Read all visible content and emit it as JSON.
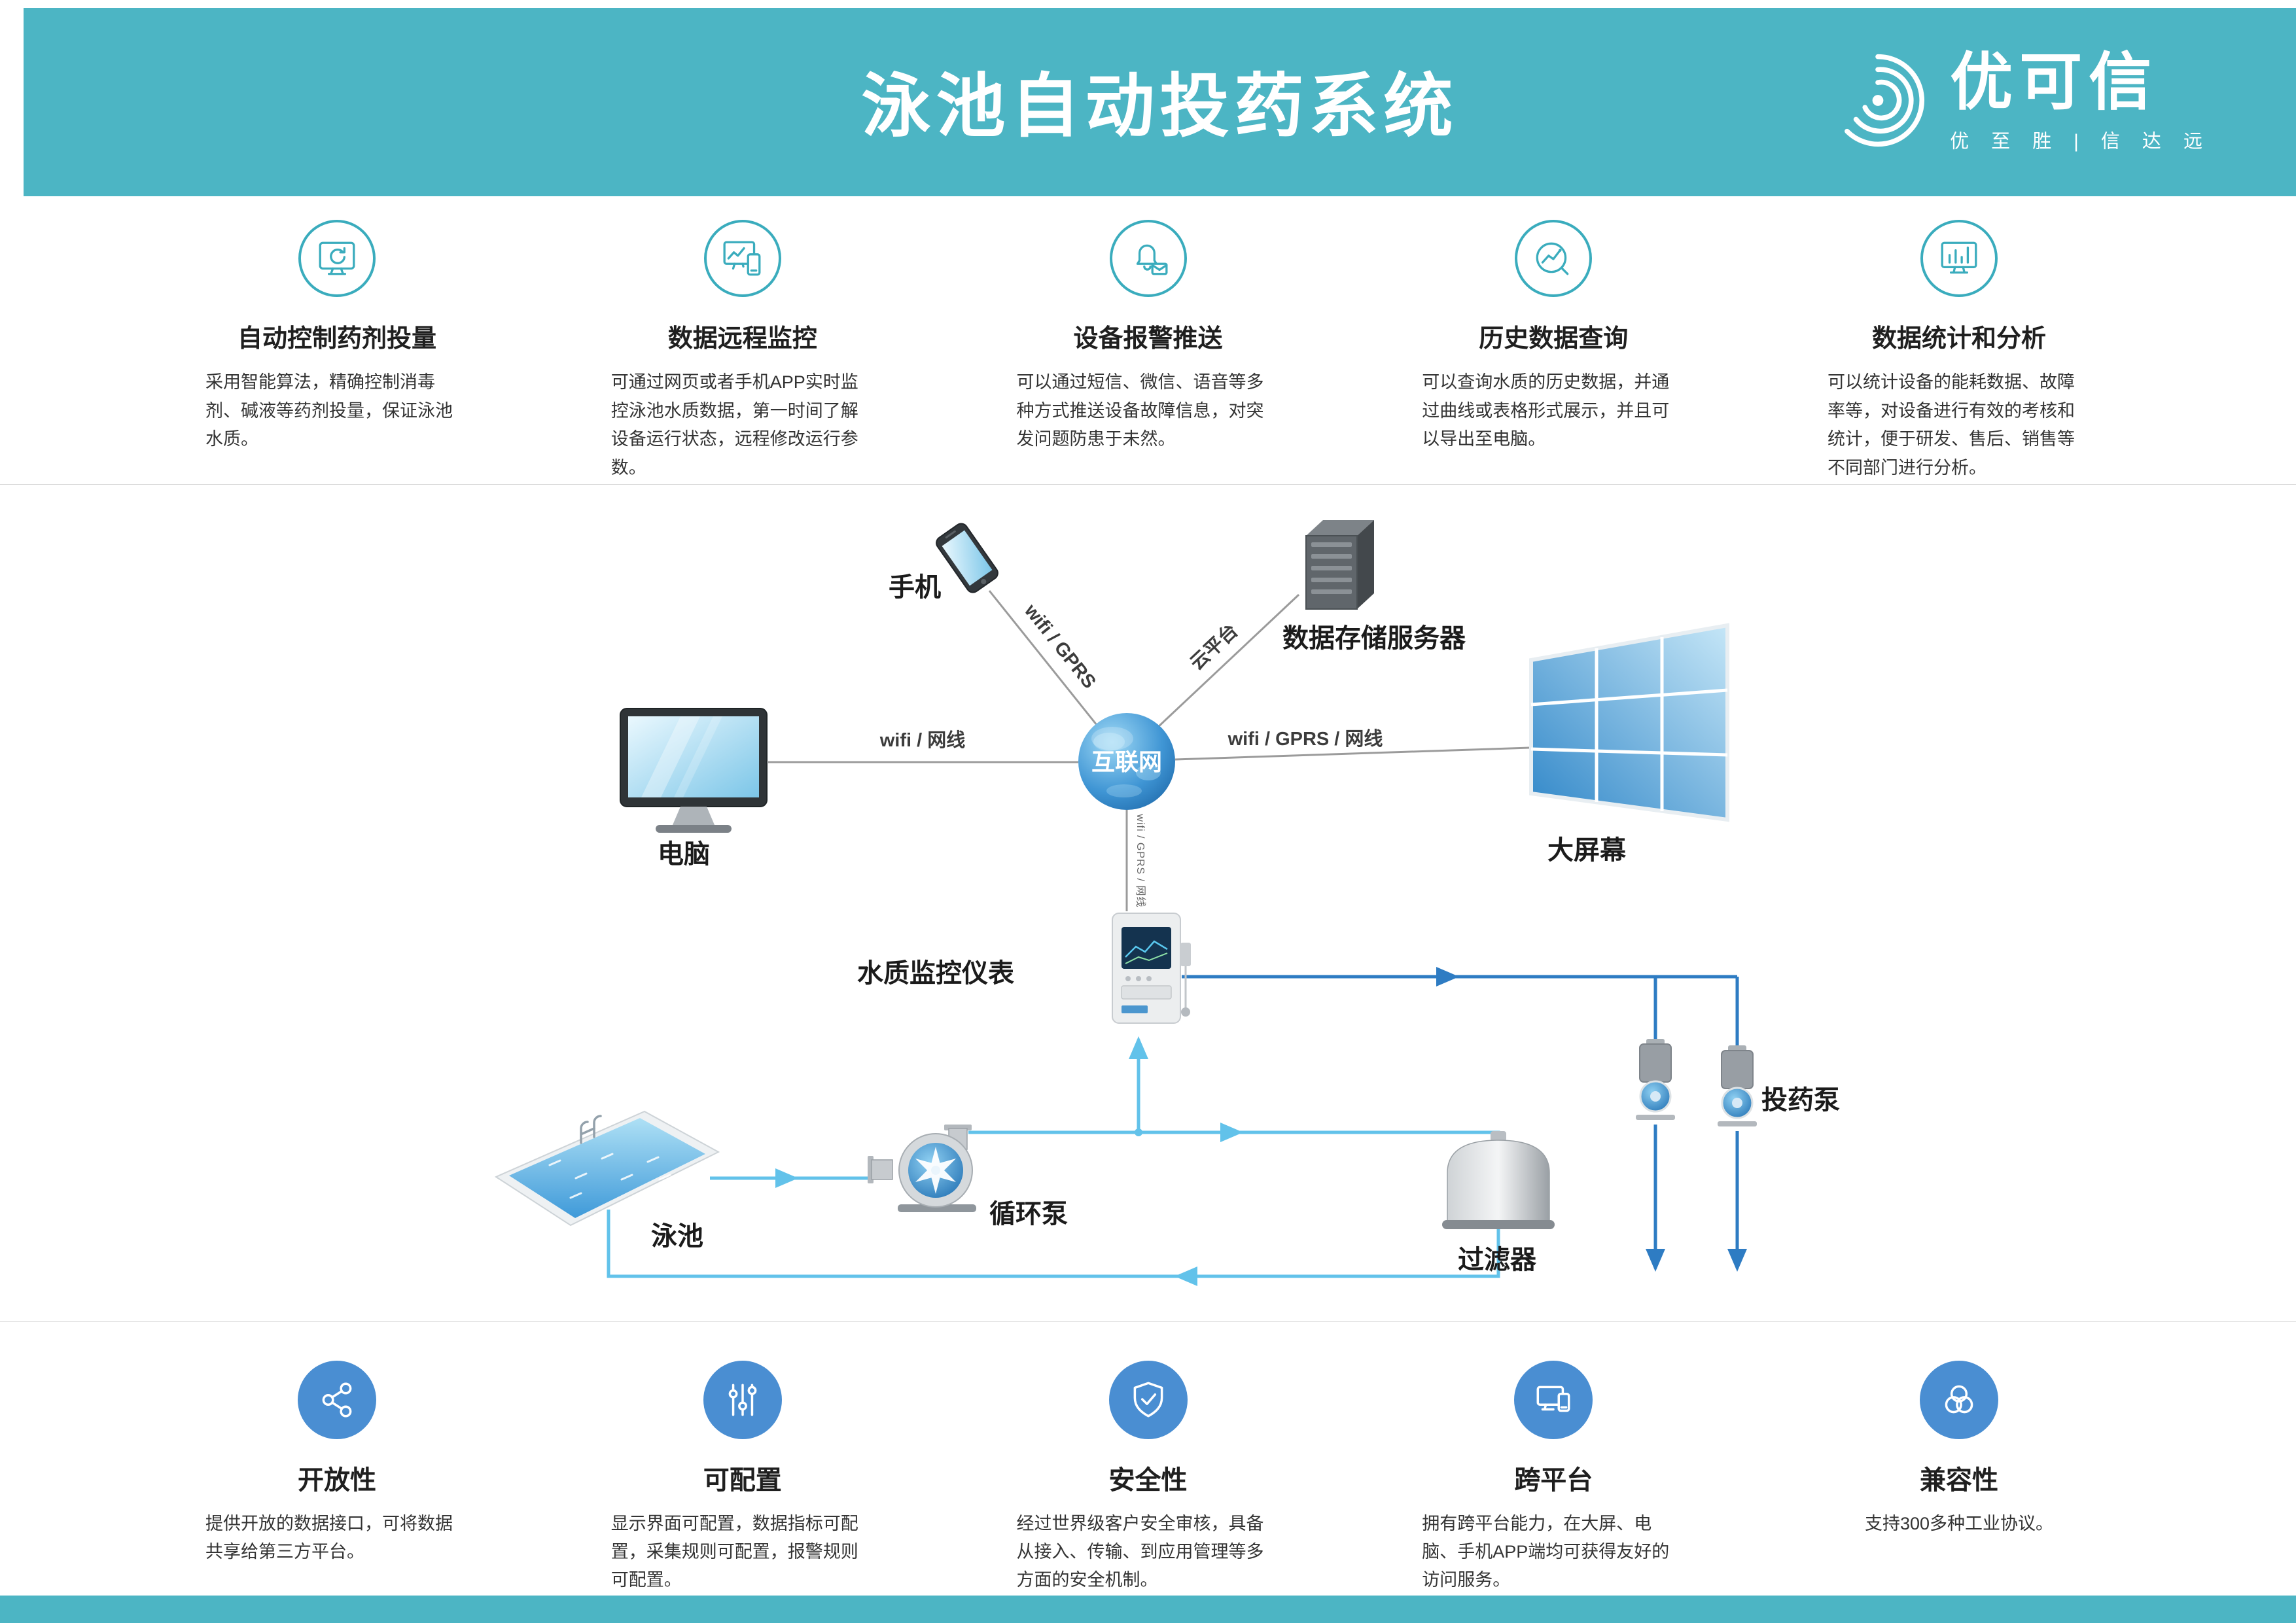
{
  "header": {
    "title": "泳池自动投药系统",
    "brand": {
      "name": "优可信",
      "tagline": "优 至 胜 | 信 达 远"
    }
  },
  "top_features": [
    {
      "icon": "auto-dosing-icon",
      "title": "自动控制药剂投量",
      "desc": "采用智能算法，精确控制消毒剂、碱液等药剂投量，保证泳池水质。"
    },
    {
      "icon": "remote-monitor-icon",
      "title": "数据远程监控",
      "desc": "可通过网页或者手机APP实时监控泳池水质数据，第一时间了解设备运行状态，远程修改运行参数。"
    },
    {
      "icon": "alarm-push-icon",
      "title": "设备报警推送",
      "desc": "可以通过短信、微信、语音等多种方式推送设备故障信息，对突发问题防患于未然。"
    },
    {
      "icon": "history-query-icon",
      "title": "历史数据查询",
      "desc": "可以查询水质的历史数据，并通过曲线或表格形式展示，并且可以导出至电脑。"
    },
    {
      "icon": "statistics-icon",
      "title": "数据统计和分析",
      "desc": "可以统计设备的能耗数据、故障率等，对设备进行有效的考核和统计，便于研发、售后、销售等不同部门进行分析。"
    }
  ],
  "diagram": {
    "nodes": {
      "phone": "手机",
      "server": "数据存储服务器",
      "internet": "互联网",
      "computer": "电脑",
      "big_screen": "大屏幕",
      "instrument": "水质监控仪表",
      "pool": "泳池",
      "circulation_pump": "循环泵",
      "filter": "过滤器",
      "dosing_pump": "投药泵"
    },
    "edge_labels": {
      "phone_internet": "wifi / GPRS",
      "server_internet": "云平台",
      "computer_internet": "wifi / 网线",
      "big_screen_internet": "wifi / GPRS / 网线",
      "instrument_internet": "wifi / GPRS / 网线"
    }
  },
  "bottom_features": [
    {
      "icon": "openness-icon",
      "title": "开放性",
      "desc": "提供开放的数据接口，可将数据共享给第三方平台。"
    },
    {
      "icon": "configurable-icon",
      "title": "可配置",
      "desc": "显示界面可配置，数据指标可配置，采集规则可配置，报警规则可配置。"
    },
    {
      "icon": "security-icon",
      "title": "安全性",
      "desc": "经过世界级客户安全审核，具备从接入、传输、到应用管理等多方面的安全机制。"
    },
    {
      "icon": "cross-platform-icon",
      "title": "跨平台",
      "desc": "拥有跨平台能力，在大屏、电脑、手机APP端均可获得友好的访问服务。"
    },
    {
      "icon": "compatibility-icon",
      "title": "兼容性",
      "desc": "支持300多种工业协议。"
    }
  ],
  "colors": {
    "teal": "#4cb5c4",
    "icon_teal": "#3aacbd",
    "feature_blue": "#4a8ed2",
    "dosing_line": "#2e7cc3",
    "water_line": "#62c2ea",
    "network_line": "#9b9b9b"
  }
}
